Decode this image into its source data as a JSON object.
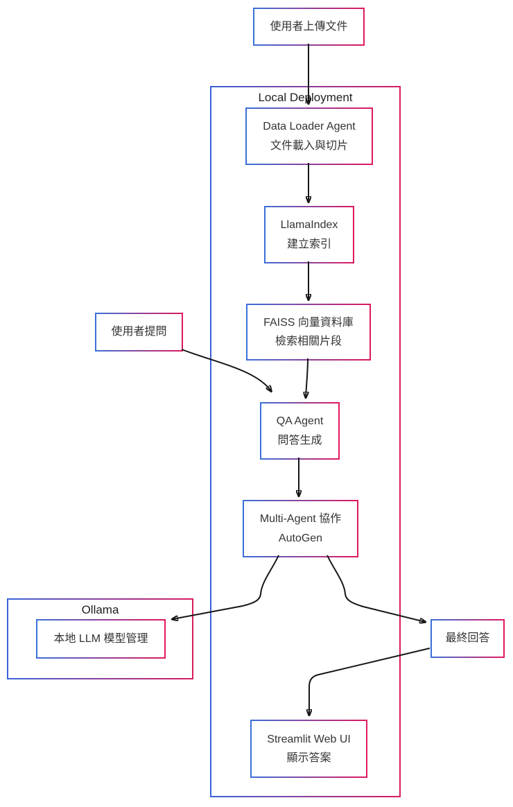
{
  "diagram": {
    "type": "flowchart",
    "background_color": "#ffffff",
    "node_border_gradient": [
      "#3a6fd9",
      "#e0175f"
    ],
    "arrow_color": "#161616",
    "containers": {
      "local_deployment": {
        "label": "Local Deployment"
      },
      "ollama": {
        "label": "Ollama"
      }
    },
    "nodes": {
      "upload": {
        "lines": [
          "使用者上傳文件"
        ]
      },
      "data_loader": {
        "lines": [
          "Data Loader Agent",
          "文件載入與切片"
        ]
      },
      "llama_index": {
        "lines": [
          "LlamaIndex",
          "建立索引"
        ]
      },
      "faiss": {
        "lines": [
          "FAISS 向量資料庫",
          "檢索相關片段"
        ]
      },
      "user_question": {
        "lines": [
          "使用者提問"
        ]
      },
      "qa_agent": {
        "lines": [
          "QA Agent",
          "問答生成"
        ]
      },
      "multi_agent": {
        "lines": [
          "Multi-Agent 協作",
          "AutoGen"
        ]
      },
      "ollama_llm": {
        "lines": [
          "本地 LLM 模型管理"
        ]
      },
      "final_answer": {
        "lines": [
          "最終回答"
        ]
      },
      "streamlit": {
        "lines": [
          "Streamlit Web UI",
          "顯示答案"
        ]
      }
    },
    "edges": [
      {
        "from": "upload",
        "to": "data_loader"
      },
      {
        "from": "data_loader",
        "to": "llama_index"
      },
      {
        "from": "llama_index",
        "to": "faiss"
      },
      {
        "from": "faiss",
        "to": "qa_agent"
      },
      {
        "from": "user_question",
        "to": "qa_agent"
      },
      {
        "from": "qa_agent",
        "to": "multi_agent"
      },
      {
        "from": "multi_agent",
        "to": "ollama_llm"
      },
      {
        "from": "multi_agent",
        "to": "final_answer"
      },
      {
        "from": "final_answer",
        "to": "streamlit"
      }
    ]
  }
}
